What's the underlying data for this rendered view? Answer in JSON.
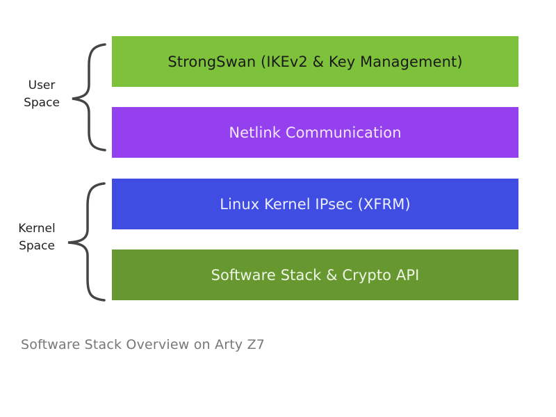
{
  "diagram": {
    "layers": [
      {
        "label": "StrongSwan (IKEv2 & Key Management)",
        "bg": "#7dc23a",
        "fg": "#1a1a1a",
        "group": "user"
      },
      {
        "label": "Netlink Communication",
        "bg": "#9440ee",
        "fg": "#f3e6ff",
        "group": "user"
      },
      {
        "label": "Linux Kernel IPsec (XFRM)",
        "bg": "#3f4de3",
        "fg": "#eceefc",
        "group": "kernel"
      },
      {
        "label": "Software Stack & Crypto API",
        "bg": "#66982f",
        "fg": "#eef5e6",
        "group": "kernel"
      }
    ],
    "groups": {
      "user": {
        "line1": "User",
        "line2": "Space"
      },
      "kernel": {
        "line1": "Kernel",
        "line2": "Space"
      }
    },
    "brace_color": "#454545",
    "caption": "Software Stack Overview on Arty Z7"
  }
}
